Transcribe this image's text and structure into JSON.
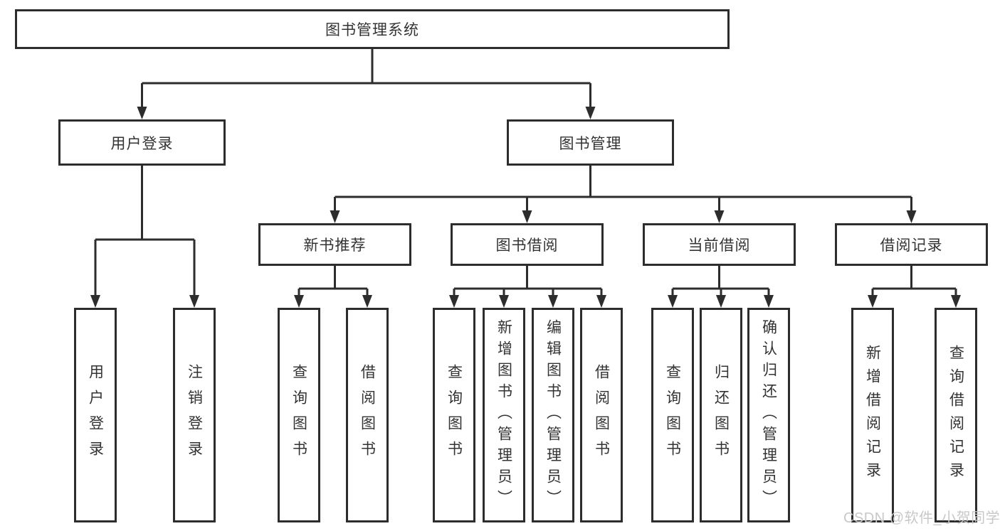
{
  "diagram": {
    "tree": {
      "label": "图书管理系统",
      "children": [
        {
          "label": "用户登录",
          "children": [
            {
              "label": "用户登录"
            },
            {
              "label": "注销登录"
            }
          ]
        },
        {
          "label": "图书管理",
          "children": [
            {
              "label": "新书推荐",
              "children": [
                {
                  "label": "查询图书"
                },
                {
                  "label": "借阅图书"
                }
              ]
            },
            {
              "label": "图书借阅",
              "children": [
                {
                  "label": "查询图书"
                },
                {
                  "label": "新增图书（管理员）"
                },
                {
                  "label": "编辑图书（管理员）"
                },
                {
                  "label": "借阅图书"
                }
              ]
            },
            {
              "label": "当前借阅",
              "children": [
                {
                  "label": "查询图书"
                },
                {
                  "label": "归还图书"
                },
                {
                  "label": "确认归还（管理员）"
                }
              ]
            },
            {
              "label": "借阅记录",
              "children": [
                {
                  "label": "新增借阅记录"
                },
                {
                  "label": "查询借阅记录"
                }
              ]
            }
          ]
        }
      ]
    },
    "colors": {
      "line": "#2d2d2d",
      "text": "#333333",
      "background": "#ffffff",
      "watermark": "#c8c8c8"
    }
  },
  "watermark": {
    "text": "CSDN @软件_小贺同学"
  }
}
